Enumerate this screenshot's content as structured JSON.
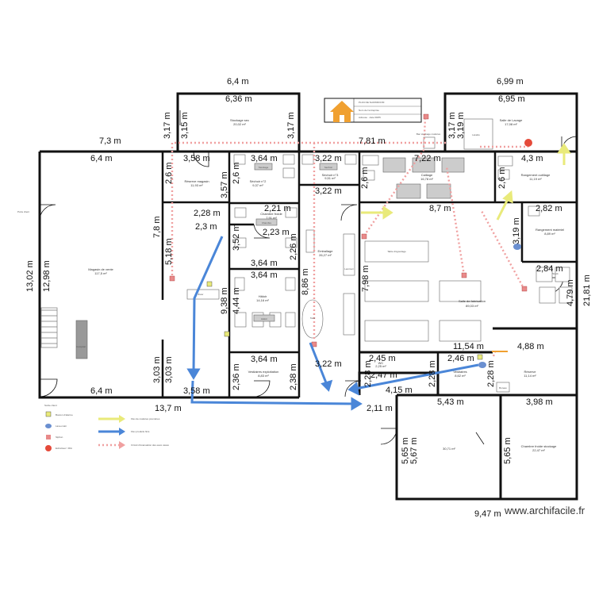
{
  "site": {
    "watermark": "www.archifacile.fr"
  },
  "title_block": {
    "line1": "PLAN DE SHOWROOM",
    "line2": "Nom de l'entreprise",
    "line3": "Adresse · date 09/05"
  },
  "dims": {
    "d1": "6,4 m",
    "d2": "6,36 m",
    "d3": "6,99 m",
    "d4": "6,95 m",
    "d5": "3,17 m",
    "d6": "3,15 m",
    "d7": "3,17 m",
    "d8": "7,3 m",
    "d9": "7,81 m",
    "d10": "3,17 m",
    "d11": "3,19 m",
    "d12": "6,4 m",
    "d13": "3,58 m",
    "d14": "3,64 m",
    "d15": "3,22 m",
    "d16": "7,22 m",
    "d17": "4,3 m",
    "d18": "2,6 m",
    "d19": "2,6 m",
    "d20": "3,57 m",
    "d21": "3,22 m",
    "d22": "2,6 m",
    "d23": "2,6 m",
    "d24": "2,21 m",
    "d25": "8,7 m",
    "d26": "2,82 m",
    "d27": "2,28 m",
    "d28": "7,8 m",
    "d29": "2,3 m",
    "d30": "2,23 m",
    "d31": "3,19 m",
    "d32": "5,18 m",
    "d33": "3,52 m",
    "d34": "2,26 m",
    "d35": "2,84 m",
    "d36": "13,02 m",
    "d37": "12,98 m",
    "d38": "3,64 m",
    "d39": "8,86 m",
    "d40": "7,98 m",
    "d41": "3,64 m",
    "d42": "9,38 m",
    "d43": "4,44 m",
    "d44": "4,79 m",
    "d45": "21,81 m",
    "d46": "11,54 m",
    "d47": "4,88 m",
    "d48": "3,03 m",
    "d49": "3,03 m",
    "d50": "3,64 m",
    "d51": "3,22 m",
    "d52": "2,45 m",
    "d53": "2,46 m",
    "d54": "2,47 m",
    "d55": "6,4 m",
    "d56": "3,58 m",
    "d57": "2,36 m",
    "d58": "2,38 m",
    "d59": "2,28 m",
    "d60": "2,28 m",
    "d61": "2,28 m",
    "d62": "4,15 m",
    "d63": "2,11 m",
    "d64": "13,7 m",
    "d65": "5,43 m",
    "d66": "3,98 m",
    "d67": "5,65 m",
    "d68": "5,67 m",
    "d69": "5,65 m",
    "d70": "9,47 m"
  },
  "rooms": {
    "stockage_sec": "Stockage sec",
    "stockage_sec_area": "20,02 m²",
    "salle_lavage": "Salle de Lavage",
    "salle_lavage_area": "17,08 m²",
    "reserve_magasin": "Réserve magasin",
    "reserve_magasin_area": "11,93 m²",
    "sechoir2": "Séchoir n°2",
    "sechoir2_area": "9,37 m²",
    "sechoir3": "Séchoir n°3",
    "sechoir3_area": "9,51 m²",
    "caillage": "Caillage",
    "caillage_area": "16,78 m²",
    "rangement_outillage": "Rangement outillage",
    "rangement_outillage_area": "11,19 m²",
    "chambre_froide": "Chambre froide",
    "chambre_froide_area": "7,91 m²",
    "magasin": "Magasin de vente",
    "magasin_area": "117,5 m²",
    "emballage": "Emballage",
    "emballage_area": "26,27 m²",
    "rangement_materiel": "Rangement matériel",
    "rangement_materiel_area": "8,89 m²",
    "haloir": "Hâloir",
    "haloir_area": "14,16 m²",
    "salle_fabrication": "Salle de fabrication",
    "salle_fabrication_area": "89,03 m²",
    "vestiaires_expl": "Vestiaires exploitation",
    "vestiaires_expl_area": "8,83 m²",
    "wc": "WC",
    "wc_area": "2,25 m²",
    "vestiaires": "Vestiaires",
    "vestiaires_area": "8,62 m²",
    "reserve": "Réserve",
    "reserve_area": "11,14 m²",
    "bottom_left_area": "30,71 m²",
    "chambre_froide_stockage": "Chambre froide stockage",
    "chambre_froide_stockage_area": "22,47 m²"
  },
  "labels": {
    "fabrication_sign": "Bac stockage matières",
    "porte_left": "Porte client",
    "sortie": "Sortie client",
    "evier": "Évier",
    "table_egouttage": "Table d'égouttage",
    "stock": "Stock",
    "laminoir": "Laminoir",
    "comptoir": "Comptoir",
    "lavabo": "Lavabo",
    "stockage_tag": "Stockage",
    "sechoir_tag": "Séchoir",
    "chambre_tag": "Chambre",
    "haloir_tag": "Hâloir",
    "tank": "Tank",
    "bureau": "Bureau"
  },
  "legend": {
    "item1": "Bouton d'alarme",
    "item2": "Lave-main",
    "item3": "Siphon",
    "item4": "Extincteur / RIA",
    "item5": "Flux de matières premières",
    "item6": "Flux produits finis",
    "item7": "Circuit d'évacuation des eaux usées"
  },
  "colors": {
    "wall": "#111111",
    "yellow_arrow": "#e9ea7a",
    "blue_arrow": "#4a86d8",
    "red_dotted": "#f0a0a0",
    "orange_house": "#f0a030"
  },
  "icons": {
    "logo": "house-icon",
    "drain": "siphon-icon",
    "extinguisher": "extinguisher-icon",
    "sink": "handwash-icon",
    "button": "alarm-button-icon"
  }
}
